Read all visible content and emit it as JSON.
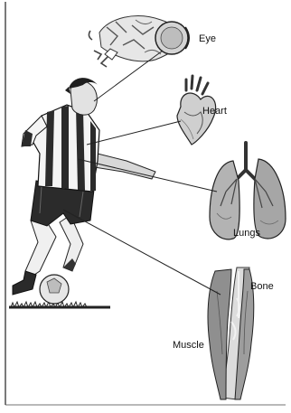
{
  "labels": {
    "eye": "Eye",
    "heart": "Heart",
    "lungs": "Lungs",
    "bone": "Bone",
    "muscle": "Muscle"
  },
  "colors": {
    "background": "#ffffff",
    "frame": "#222222",
    "ink": "#111111",
    "gray_dark": "#3a3a3a",
    "gray_mid": "#8a8a8a",
    "gray_light": "#c9c9c9"
  }
}
